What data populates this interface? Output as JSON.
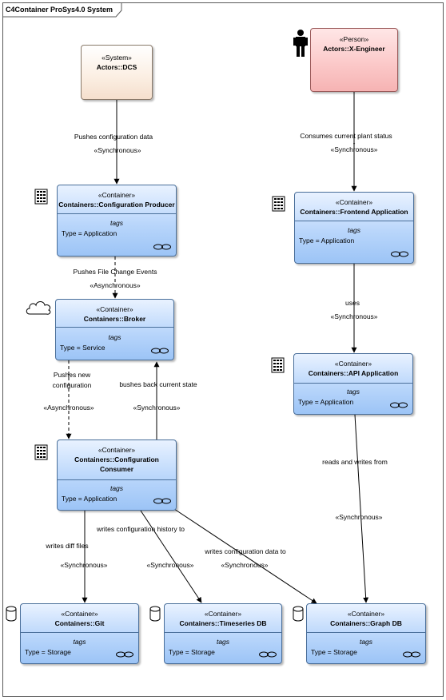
{
  "diagram_title": "C4Container ProSys4.0 System",
  "nodes": {
    "dcs": {
      "stereotype": "«System»",
      "name": "Actors::DCS"
    },
    "engineer": {
      "stereotype": "«Person»",
      "name": "Actors::X-Engineer"
    },
    "producer": {
      "stereotype": "«Container»",
      "name": "Containers::Configuration Producer",
      "tags": "tags",
      "prop": "Type = Application"
    },
    "frontend": {
      "stereotype": "«Container»",
      "name": "Containers::Frontend Application",
      "tags": "tags",
      "prop": "Type = Application"
    },
    "broker": {
      "stereotype": "«Container»",
      "name": "Containers::Broker",
      "tags": "tags",
      "prop": "Type = Service"
    },
    "api": {
      "stereotype": "«Container»",
      "name": "Containers::API Application",
      "tags": "tags",
      "prop": "Type = Application"
    },
    "consumer": {
      "stereotype": "«Container»",
      "name_line1": "Containers::Configuration",
      "name_line2": "Consumer",
      "tags": "tags",
      "prop": "Type = Application"
    },
    "git": {
      "stereotype": "«Container»",
      "name": "Containers::Git",
      "tags": "tags",
      "prop": "Type = Storage"
    },
    "tsdb": {
      "stereotype": "«Container»",
      "name": "Containers::Timeseries DB",
      "tags": "tags",
      "prop": "Type = Storage"
    },
    "graphdb": {
      "stereotype": "«Container»",
      "name": "Containers::Graph DB",
      "tags": "tags",
      "prop": "Type = Storage"
    }
  },
  "relations": {
    "dcs_producer": {
      "label": "Pushes configuration data",
      "mode": "«Synchronous»"
    },
    "engineer_frontend": {
      "label": "Consumes current plant status",
      "dash": "-",
      "mode": "«Synchronous»"
    },
    "producer_broker": {
      "label": "Pushes File Change Events",
      "mode": "«Asynchronous»"
    },
    "frontend_api": {
      "label": "uses",
      "mode": "«Synchronous»"
    },
    "broker_consumer": {
      "label_line1": "Pushes new",
      "label_line2": "configuration",
      "mode": "«Asynchronous»"
    },
    "consumer_broker": {
      "label": "bushes back current state",
      "mode": "«Synchronous»"
    },
    "api_graphdb": {
      "label": "reads and writes from",
      "mode": "«Synchronous»"
    },
    "consumer_git": {
      "label": "writes diff files",
      "mode": "«Synchronous»"
    },
    "consumer_tsdb": {
      "label": "writes configuration history to",
      "mode": "«Synchronous»"
    },
    "consumer_graphdb": {
      "label": "writes configuration data to",
      "mode": "«Synchronous»"
    }
  },
  "icons": [
    "person-icon",
    "building-icon",
    "cloud-icon",
    "database-icon",
    "link-icon"
  ],
  "colors": {
    "container_fill": "#b9d6fb",
    "container_border": "#4a6f9a",
    "system_fill": "#fbeee2",
    "person_fill": "#fbc7c7",
    "line": "#000000"
  }
}
